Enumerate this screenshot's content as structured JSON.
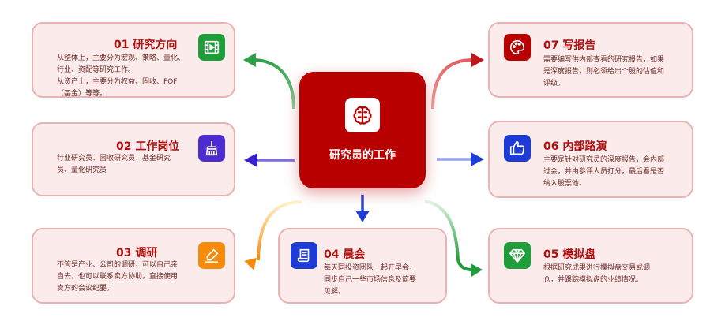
{
  "center": {
    "title": "研究员的工作",
    "icon": "brain-icon"
  },
  "cards": [
    {
      "id": "01",
      "title": "01 研究方向",
      "icon": "film-strip-icon",
      "icon_color": "#1f9d3a",
      "desc": "从整体上，主要分为宏观、策略、量化、\n行业、资配等研究工作。\n从资产上，主要分为权益、固收、FOF\n（基金）等等。"
    },
    {
      "id": "02",
      "title": "02 工作岗位",
      "icon": "broom-icon",
      "icon_color": "#4c2bd1",
      "desc": "行业研究员、固收研究员、基金研究\n员、量化研究员"
    },
    {
      "id": "03",
      "title": "03 调研",
      "icon": "pen-icon",
      "icon_color": "#f58a0b",
      "desc": "不管是产业、公司的调研，可以自己亲\n自去，也可以联系卖方协助，直接使用\n卖方的会议纪要。"
    },
    {
      "id": "04",
      "title": "04 晨会",
      "icon": "scroll-icon",
      "icon_color": "#1f3bd6",
      "desc": "每天同投资团队一起开早会，\n同步自己一些市场信息及简要\n见解。"
    },
    {
      "id": "05",
      "title": "05 模拟盘",
      "icon": "diamond-icon",
      "icon_color": "#1f9d3a",
      "desc": "根据研究成果进行模拟盘交易或调\n仓，并跟踪模拟盘的业绩情况。"
    },
    {
      "id": "06",
      "title": "06 内部路演",
      "icon": "thumbs-up-icon",
      "icon_color": "#1f3bd6",
      "desc": "主要是针对研究员的深度报告，会内部\n过会，并由参评人员打分，最后看是否\n纳入股票池。"
    },
    {
      "id": "07",
      "title": "07 写报告",
      "icon": "palette-icon",
      "icon_color": "#b80000",
      "desc": "需要编写供内部查看的研究报告，如果\n是深度报告，则必须给出个股的估值和\n评级。"
    }
  ]
}
